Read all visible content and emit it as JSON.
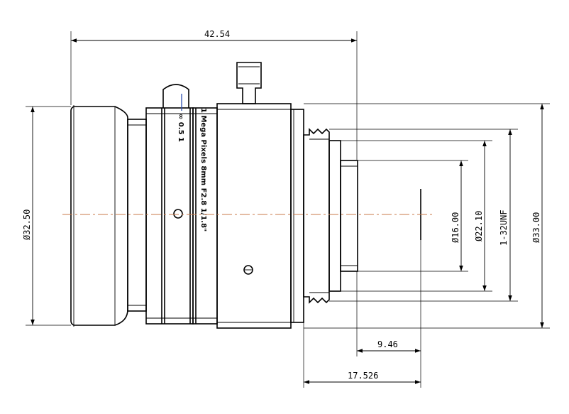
{
  "dimensions": {
    "overall_length": "42.54",
    "front_diameter": "Ø32.50",
    "rear_diameter": "Ø33.00",
    "mount_thread": "1-32UNF",
    "flange_diameter": "Ø22.10",
    "rear_element_diameter": "Ø16.00",
    "back_focal": "9.46",
    "flange_focal": "17.526"
  },
  "engraving": {
    "main": "1 Mega Pixels 8mm F2.8 1/1.8\"",
    "focus_scale": "∞ 0.5 1"
  }
}
